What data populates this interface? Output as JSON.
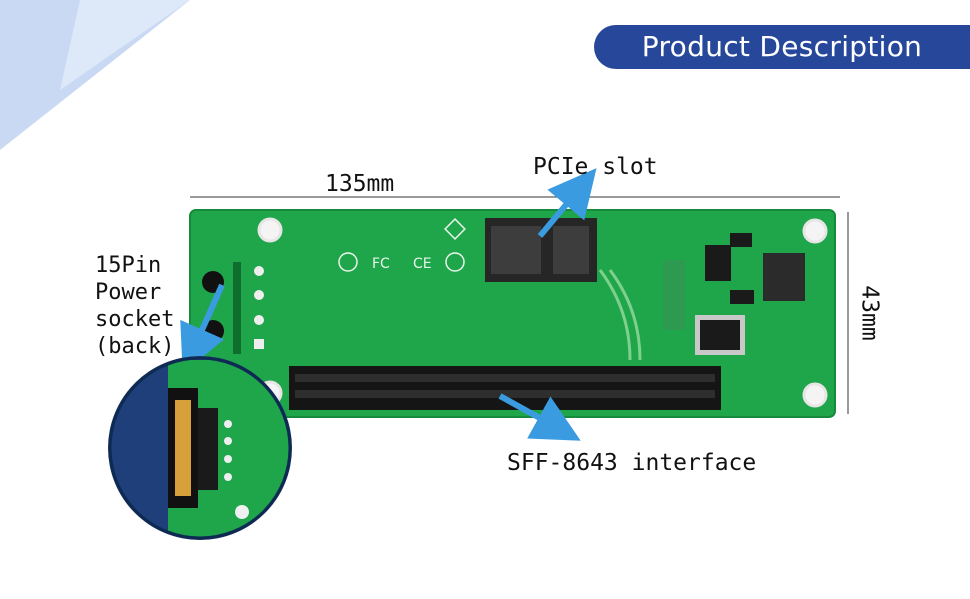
{
  "header": {
    "title": "Product Description"
  },
  "dimensions": {
    "width": "135mm",
    "height": "43mm"
  },
  "callouts": {
    "slot": "PCIe slot",
    "power_socket": "15Pin\nPower\nsocket\n(back)",
    "interface": "SFF-8643 interface"
  },
  "colors": {
    "banner": "#27489a",
    "pcb_green": "#1fa64a",
    "arrow_blue": "#3b9be0",
    "zoom_bg": "#1e3f7a"
  }
}
